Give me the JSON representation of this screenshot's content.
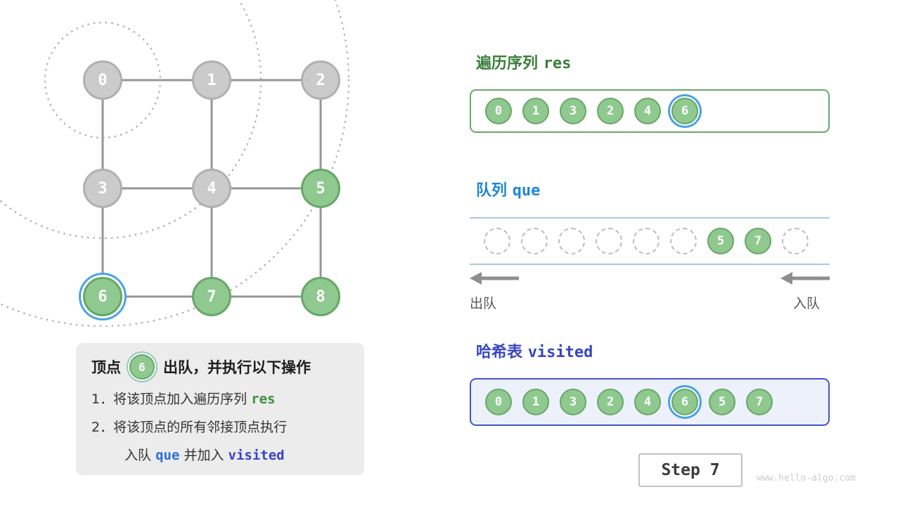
{
  "colors": {
    "green_fill": "#8fc98f",
    "green_border": "#67a767",
    "gray_fill": "#cbcbcb",
    "gray_border": "#b0b0b0",
    "highlight_blue": "#49a3e4",
    "edge_gray": "#969696",
    "arc_dot_gray": "#b5b5b5",
    "res_title_green": "#3c7d3c",
    "queue_title_blue": "#1f86d8",
    "visited_title_indigo": "#3846c0"
  },
  "graph": {
    "nodes": [
      {
        "label": "0",
        "row": 0,
        "col": 0,
        "state": "gray"
      },
      {
        "label": "1",
        "row": 0,
        "col": 1,
        "state": "gray"
      },
      {
        "label": "2",
        "row": 0,
        "col": 2,
        "state": "gray"
      },
      {
        "label": "3",
        "row": 1,
        "col": 0,
        "state": "gray"
      },
      {
        "label": "4",
        "row": 1,
        "col": 1,
        "state": "gray"
      },
      {
        "label": "5",
        "row": 1,
        "col": 2,
        "state": "green"
      },
      {
        "label": "6",
        "row": 2,
        "col": 0,
        "state": "current"
      },
      {
        "label": "7",
        "row": 2,
        "col": 1,
        "state": "green"
      },
      {
        "label": "8",
        "row": 2,
        "col": 2,
        "state": "green"
      }
    ],
    "edges": [
      [
        0,
        1
      ],
      [
        1,
        2
      ],
      [
        3,
        4
      ],
      [
        4,
        5
      ],
      [
        6,
        7
      ],
      [
        7,
        8
      ],
      [
        0,
        3
      ],
      [
        3,
        6
      ],
      [
        1,
        4
      ],
      [
        4,
        7
      ],
      [
        2,
        5
      ],
      [
        5,
        8
      ]
    ]
  },
  "res_panel": {
    "title_zh": "遍历序列",
    "title_code": "res",
    "values": [
      "0",
      "1",
      "3",
      "2",
      "4",
      "6"
    ],
    "highlight_index": 5
  },
  "queue_panel": {
    "title_zh": "队列",
    "title_code": "que",
    "slots": [
      "",
      "",
      "",
      "",
      "",
      "",
      "5",
      "7",
      ""
    ],
    "dequeue_label": "出队",
    "enqueue_label": "入队"
  },
  "visited_panel": {
    "title_zh": "哈希表",
    "title_code": "visited",
    "values": [
      "0",
      "1",
      "3",
      "2",
      "4",
      "6",
      "5",
      "7"
    ],
    "highlight_index": 5
  },
  "info_box": {
    "title_prefix": "顶点",
    "title_node": "6",
    "title_suffix": "出队，并执行以下操作",
    "line1_text": "1．将该顶点加入遍历序列",
    "line1_code": "res",
    "line2_text": "2．将该顶点的所有邻接顶点执行",
    "line3_pre": "入队",
    "line3_code1": "que",
    "line3_mid": "并加入",
    "line3_code2": "visited"
  },
  "step_label": "Step 7",
  "watermark": "www.hello-algo.com"
}
